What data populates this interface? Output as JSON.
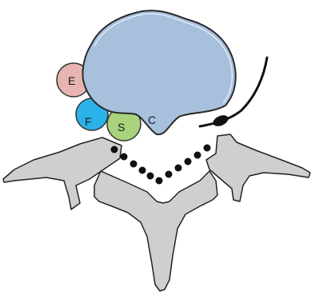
{
  "labels": {
    "e": "E",
    "f": "F",
    "s": "S",
    "c": "C"
  },
  "colors": {
    "body": "#a7c1dd",
    "e": "#e8b4b2",
    "f": "#2cb2ea",
    "s": "#a8d27c",
    "bone": "#cfcfcf",
    "outline": "#222222"
  }
}
